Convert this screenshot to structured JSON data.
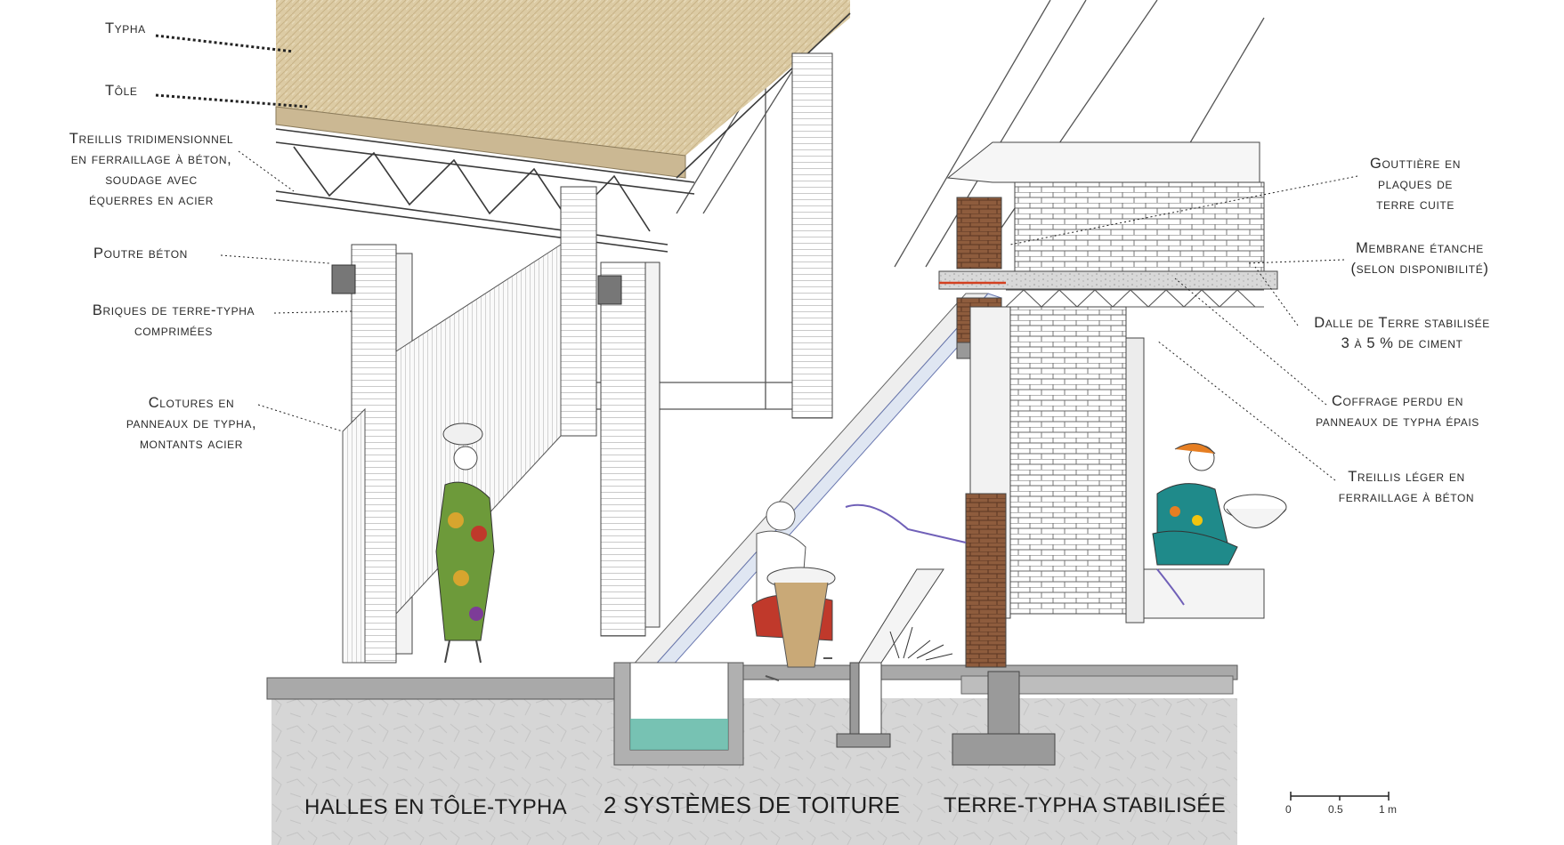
{
  "labels_left": {
    "typha": "Typha",
    "tole": "Tôle",
    "treillis_3d": [
      "Treillis tridimensionnel",
      "en ferraillage à béton,",
      "soudage avec",
      "équerres en acier"
    ],
    "poutre": "Poutre béton",
    "briques": [
      "Briques de terre-typha",
      "comprimées"
    ],
    "clotures": [
      "Clotures en",
      "panneaux de typha,",
      "montants acier"
    ]
  },
  "labels_right": {
    "gouttiere": [
      "Gouttière en",
      "plaques de",
      "terre cuite"
    ],
    "membrane": [
      "Membrane étanche",
      "(selon disponibilité)"
    ],
    "dalle": [
      "Dalle de Terre stabilisée",
      "3  à  5 % de ciment"
    ],
    "coffrage": [
      "Coffrage perdu en",
      "panneaux de typha épais"
    ],
    "treillis_leger": [
      "Treillis léger en",
      "ferraillage à béton"
    ]
  },
  "captions": {
    "left": "HALLES EN TÔLE-TYPHA",
    "center": "2 SYSTÈMES DE TOITURE",
    "right": "TERRE-TYPHA STABILISÉE"
  },
  "scale_bar": {
    "ticks": [
      "0",
      "0.5",
      "1 m"
    ]
  },
  "colors": {
    "thatch": "#d9c9a3",
    "soil": "#d3d3d3",
    "brick": "#8a5a3c",
    "concrete": "#8c8c8c",
    "water": "#5fb7a6",
    "line": "#3a3a3a"
  }
}
